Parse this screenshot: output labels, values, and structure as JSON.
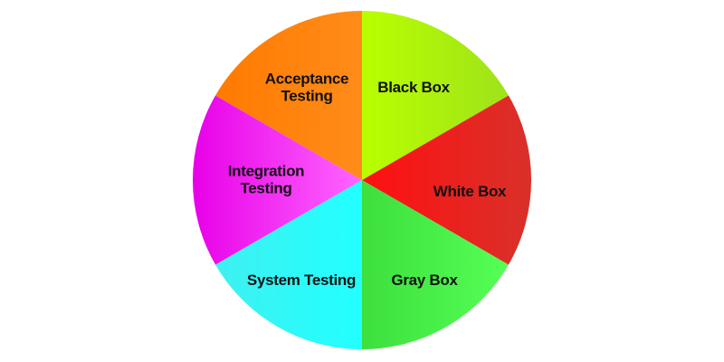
{
  "diagram": {
    "segments": [
      {
        "id": "black-box",
        "lines": [
          "Black Box"
        ],
        "color_start": "#b9ff00",
        "color_end": "#9fe21a"
      },
      {
        "id": "white-box",
        "lines": [
          "White Box"
        ],
        "color_start": "#ff1010",
        "color_end": "#d9302a"
      },
      {
        "id": "gray-box",
        "lines": [
          "Gray Box"
        ],
        "color_start": "#3ddf3d",
        "color_end": "#55ff55"
      },
      {
        "id": "system",
        "lines": [
          "System Testing"
        ],
        "color_start": "#3ff0f0",
        "color_end": "#22ffff"
      },
      {
        "id": "integration",
        "lines": [
          "Integration",
          "Testing"
        ],
        "color_start": "#e800e8",
        "color_end": "#ff66ff"
      },
      {
        "id": "acceptance",
        "lines": [
          "Acceptance",
          "Testing"
        ],
        "color_start": "#ff7a00",
        "color_end": "#ff8c1a"
      }
    ]
  }
}
